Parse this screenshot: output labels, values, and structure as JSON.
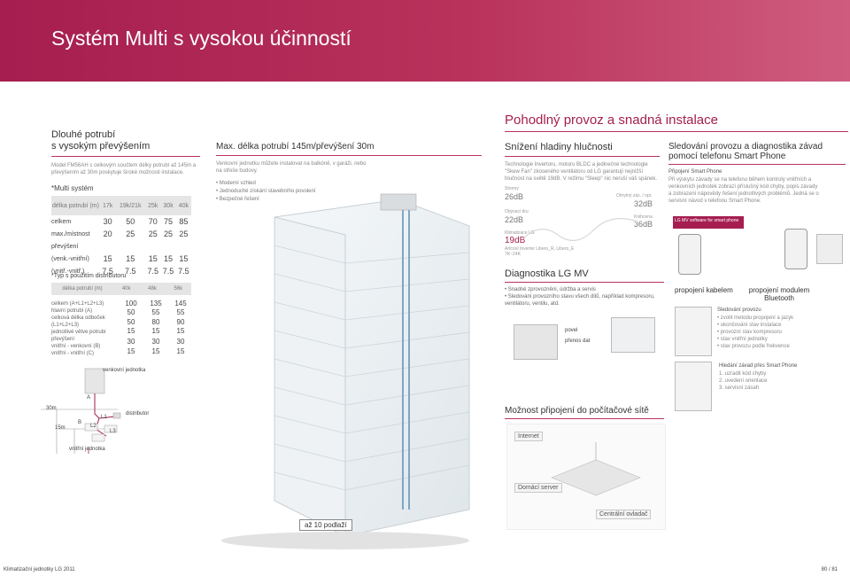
{
  "header": {
    "title": "Systém Multi s vysokou účinností"
  },
  "left": {
    "heading_line1": "Dlouhé potrubí",
    "heading_line2": "s vysokým převýšením",
    "intro": "Model FM56AH s celkovým součtem délky potrubí až 145m a převýšením až 30m poskytuje široké možnosti instalace.",
    "multi_label": "*Multi systém",
    "table1": {
      "col_label": "délka potrubí (m)",
      "cols": [
        "17k",
        "19k/21k",
        "25k",
        "30k",
        "40k"
      ],
      "rows": [
        {
          "label": "celkem",
          "values": [
            "30",
            "50",
            "70",
            "75",
            "85"
          ]
        },
        {
          "label": "max./místnost",
          "values": [
            "20",
            "25",
            "25",
            "25",
            "25"
          ]
        },
        {
          "label": "převýšení",
          "values": [
            "",
            "",
            "",
            "",
            ""
          ]
        },
        {
          "label": "(venk.-vnitřní)",
          "values": [
            "15",
            "15",
            "15",
            "15",
            "15"
          ]
        },
        {
          "label": "(vnitř.-vnitř.)",
          "values": [
            "7.5",
            "7.5",
            "7.5",
            "7.5",
            "7.5"
          ]
        }
      ]
    },
    "distrib_label": "*Typ s použitím distributoru",
    "table2": {
      "col_label": "délka potrubí (m)",
      "cols": [
        "40k",
        "48k",
        "56k"
      ],
      "labels": [
        "celkem (A+L1+L2+L3)",
        "hlavní potrubí (A)",
        "celková délka odboček (L1+L2+L3)",
        "jednotlivé větve potrubí",
        "převýšení",
        "vnitřní - venkovní (B)",
        "vnitřní - vnitřní (C)"
      ],
      "values": [
        [
          "100",
          "135",
          "145"
        ],
        [
          "50",
          "55",
          "55"
        ],
        [
          "50",
          "80",
          "90"
        ],
        [
          "15",
          "15",
          "15"
        ],
        [
          "",
          "",
          ""
        ],
        [
          "30",
          "30",
          "30"
        ],
        [
          "15",
          "15",
          "15"
        ]
      ]
    },
    "diagram": {
      "outdoor": "venkovní jednotka",
      "distributor": "distributor",
      "indoor": "vnitřní jednotka",
      "h30": "30m",
      "h15": "15m",
      "a": "A",
      "b": "B",
      "l1": "L1",
      "l2": "L2",
      "l3": "L3"
    }
  },
  "middle": {
    "title": "Max. délka potrubí 145m/převýšení 30m",
    "desc": "Venkovní jednotku můžete instalovat na balkóně, v garáži, nebo na střeše budovy.",
    "bullets": [
      "Moderní vzhled",
      "Jednoduché získání stavebního povolení",
      "Bezpečné řešení"
    ],
    "caption": "až 10 podlaží"
  },
  "right": {
    "section_title": "Pohodlný provoz a snadná instalace",
    "noise": {
      "title": "Snížení hladiny hlučnosti",
      "text": "Technologie Invertoru, motoru BLDC a jedinečné technologie \"Skew Fan\" zkoseného ventilátoru od LG garantují nejnižší hlučnost na světě 19dB. V režimu \"Sleep\" nic neruší váš spánek.",
      "scale": [
        {
          "label": "Stromy",
          "value": "26dB"
        },
        {
          "label": "Obývací tiru",
          "value": "22dB"
        },
        {
          "label": "Klimatizace LG",
          "value": "19dB"
        },
        {
          "label": "Obrytný záz. / opr.",
          "value": "32dB"
        },
        {
          "label": "Knihovna",
          "value": "36dB"
        }
      ],
      "artcool": "Artcool Inverter Libero_R, Libero_E 7K~24K"
    },
    "lgmv": {
      "title": "Diagnostika LG MV",
      "bullets": [
        "Snadné zprovoznění, údržba a servis",
        "Sledování provozního stavu všech dílů, například kompresoru, ventilátoru, ventilu, atd."
      ],
      "label1": "povel",
      "label2": "přenos dat"
    },
    "pc": {
      "title": "Možnost připojení do počítačové sítě",
      "labels": [
        "Internet",
        "Domácí server",
        "Centrální ovladač"
      ]
    },
    "smart": {
      "title_line1": "Sledování provozu a diagnostika závad",
      "title_line2": "pomocí telefonu Smart Phone",
      "sub": "Připojení Smart Phone",
      "text": "Při výskytu závady se na telefonu během kontroly vnitřních a venkovních jednotek zobrazí příslušný kód chyby, popis závady a zobrazení nápovědy řešení jednotlivých problémů. Jedná se o servisní návod v telefonu Smart Phone.",
      "app_label": "LG MV software for smart phone",
      "conn1": "propojení kabelem",
      "conn2": "propojení modulem Bluetooth",
      "list_title": "Sledování provozu",
      "list": [
        "zvolit metodu propojení a jazyk",
        "ukončování stav instalace",
        "provozní stav kompresoru",
        "stav vnitřní jednotky",
        "stav provozu podle frekvence"
      ],
      "fault_title": "Hledání závad přes Smart Phone",
      "fault_list": [
        "1. uzradit kód chyby",
        "2. uvedení orientace",
        "3. servisní zásah"
      ]
    }
  },
  "footer": {
    "left": "Klimatizační jednotky LG 2011",
    "right": "80 / 81"
  },
  "colors": {
    "accent": "#a51e4f",
    "header_gradient_end": "#cf5c7f"
  }
}
